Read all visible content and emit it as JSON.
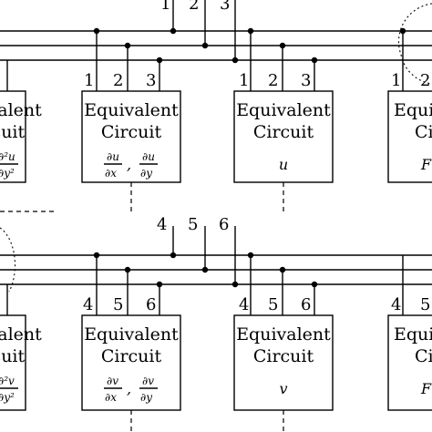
{
  "diagram": {
    "box_title_line1": "Equivalent",
    "box_title_line2": "Circuit",
    "top": {
      "pins": [
        "1",
        "2",
        "3"
      ],
      "bus_inputs": [
        "1",
        "2",
        "3"
      ],
      "boxes": [
        {
          "label": "∂²u/∂y²",
          "partial": true
        },
        {
          "label": "∂u/∂x , ∂u/∂y"
        },
        {
          "label": "u"
        },
        {
          "label": "F",
          "partial": true
        }
      ]
    },
    "bottom": {
      "pins": [
        "4",
        "5",
        "6"
      ],
      "bus_inputs": [
        "4",
        "5",
        "6"
      ],
      "boxes": [
        {
          "label": "∂²v/∂y²",
          "partial": true
        },
        {
          "label": "∂v/∂x , ∂v/∂y"
        },
        {
          "label": "v"
        },
        {
          "label": "F",
          "partial": true
        }
      ]
    },
    "math": {
      "d2": "∂²",
      "d": "∂",
      "u": "u",
      "v": "v",
      "x": "∂x",
      "y": "∂y",
      "y2": "∂y²",
      "comma": ",",
      "F": "F"
    }
  }
}
